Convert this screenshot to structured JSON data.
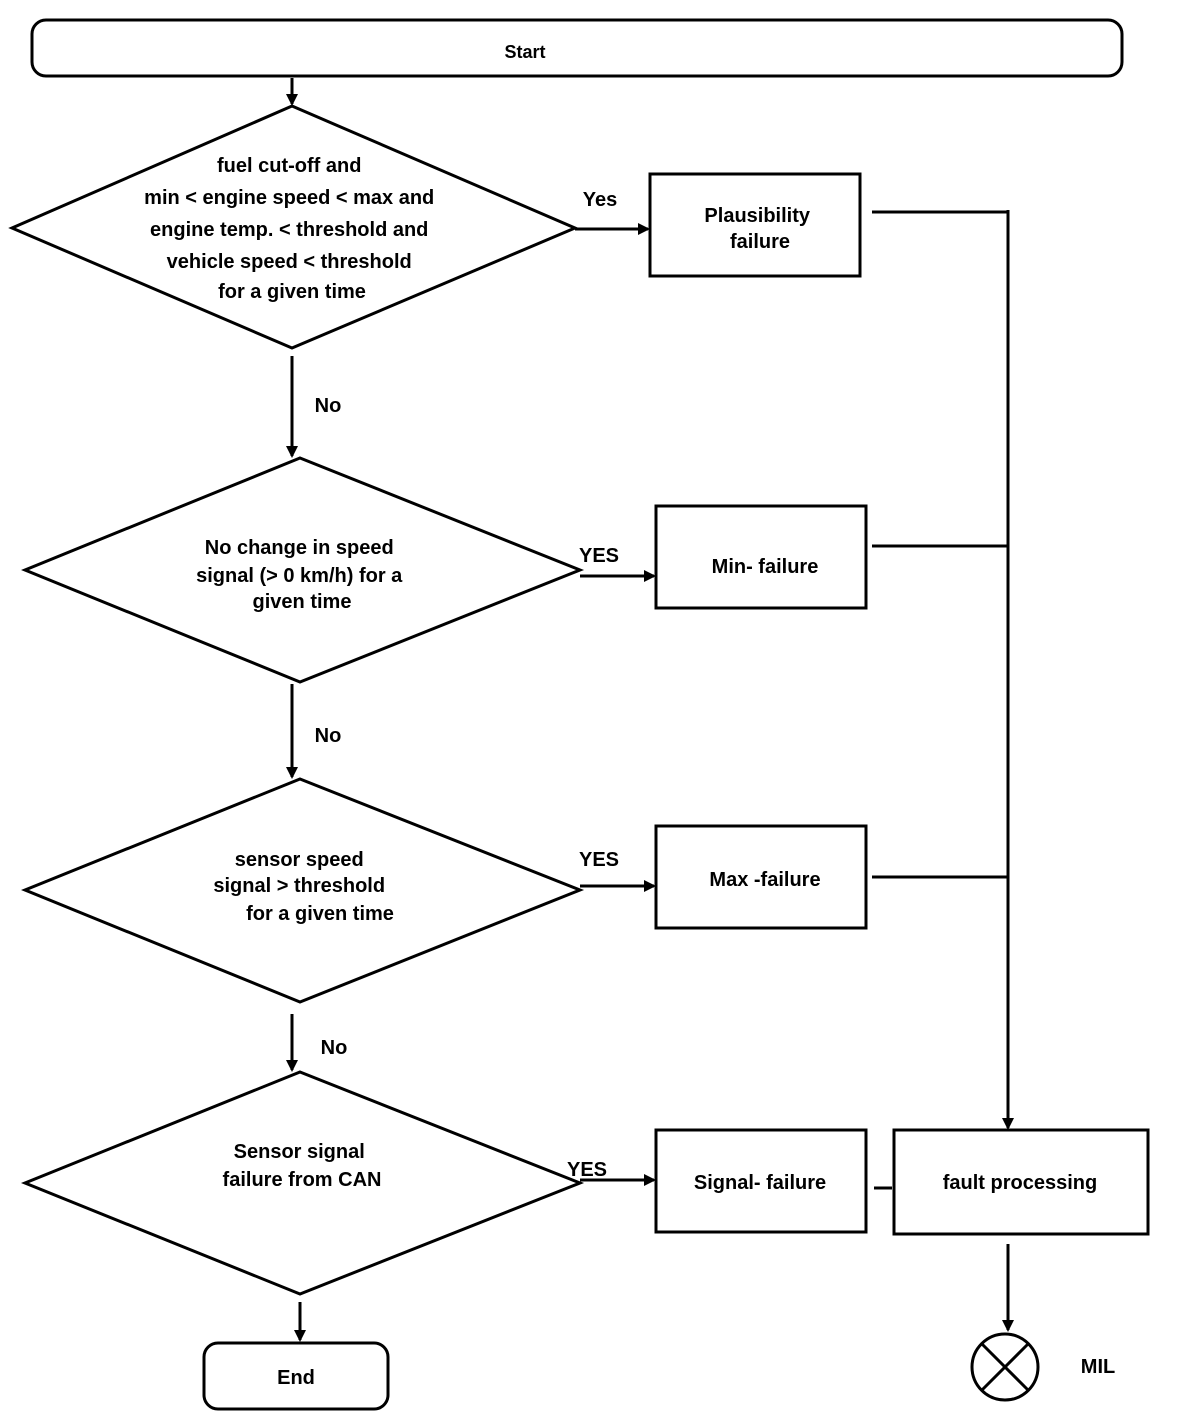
{
  "start": "Start",
  "end": "End",
  "decisions": [
    {
      "lines": [
        "fuel cut-off and",
        "min < engine speed < max and",
        "engine temp. < threshold and",
        "vehicle speed < threshold",
        "for a given time"
      ],
      "yes_label": "Yes",
      "no_label": "No"
    },
    {
      "lines": [
        "No change in speed",
        "signal (> 0 km/h) for a",
        "given time"
      ],
      "yes_label": "YES",
      "no_label": "No"
    },
    {
      "lines": [
        "sensor speed",
        "signal  > threshold",
        "for a given time"
      ],
      "yes_label": "YES",
      "no_label": "No"
    },
    {
      "lines": [
        "Sensor signal",
        "failure from CAN"
      ],
      "yes_label": "YES"
    }
  ],
  "failures": [
    {
      "lines": [
        "Plausibility",
        "failure"
      ]
    },
    {
      "lines": [
        "Min- failure"
      ]
    },
    {
      "lines": [
        "Max -failure"
      ]
    },
    {
      "lines": [
        "Signal- failure"
      ]
    }
  ],
  "fault_processing": "fault processing",
  "mil_label": "MIL",
  "icons": {
    "mil": "lamp-x-icon"
  }
}
